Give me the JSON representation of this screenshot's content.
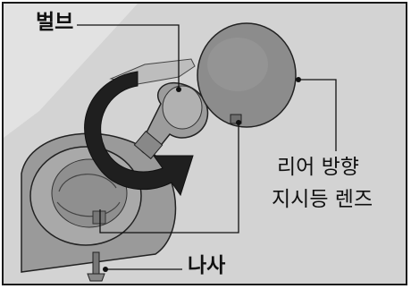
{
  "labels": {
    "bulb": "벌브",
    "lens_line1": "리어 방향",
    "lens_line2": "지시등 렌즈",
    "screw": "나사"
  },
  "colors": {
    "background": "#d3d3d3",
    "frame": "#1a1a1a",
    "part_fill": "#8c8c8c",
    "arrow_fill": "#1f1f1f"
  }
}
